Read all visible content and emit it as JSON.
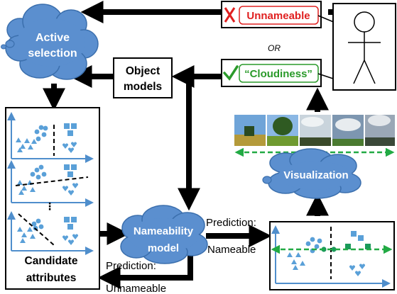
{
  "nodes": {
    "active_selection": "Active selection",
    "object_models": "Object models",
    "candidate_attributes": "Candidate attributes",
    "nameability_model": "Nameability model",
    "visualization": "Visualization"
  },
  "responses": {
    "unnameable": "Unnameable",
    "or": "OR",
    "cloudiness": "“Cloudiness”"
  },
  "edges": {
    "prediction_nameable_1": "Prediction:",
    "prediction_nameable_2": "Nameable",
    "prediction_unnameable_1": "Prediction:",
    "prediction_unnameable_2": "Unnameable"
  },
  "icons": {
    "reject": "cross-mark-icon",
    "accept": "check-mark-icon",
    "user": "stick-figure-icon"
  },
  "colors": {
    "cloud": "#5b8fcf",
    "reject": "#e02020",
    "accept": "#2a9a2a",
    "dots_blue": "#5aa0d8",
    "dots_green": "#1a9a5a",
    "dashed_green": "#22aa44"
  }
}
